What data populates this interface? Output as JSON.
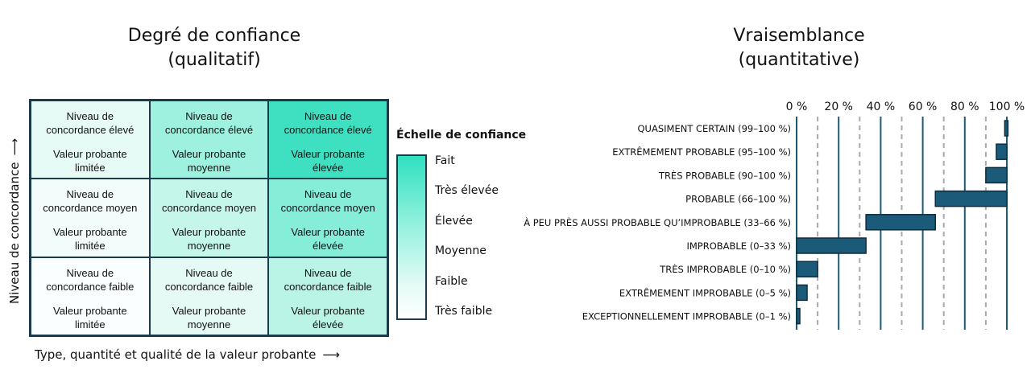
{
  "left": {
    "title_line1": "Degré de confiance",
    "title_line2": "(qualitatif)",
    "y_axis_label": "Niveau de concordance",
    "x_axis_label": "Type, quantité et qualité de la valeur probante",
    "cells": [
      {
        "level": [
          "Niveau de",
          "concordance élevé"
        ],
        "value": [
          "Valeur probante",
          "limitée"
        ],
        "color": "#e6faf6"
      },
      {
        "level": [
          "Niveau de",
          "concordance élevé"
        ],
        "value": [
          "Valeur probante",
          "moyenne"
        ],
        "color": "#9df1de"
      },
      {
        "level": [
          "Niveau de",
          "concordance élevé"
        ],
        "value": [
          "Valeur probante",
          "élevée"
        ],
        "color": "#3fe0c2"
      },
      {
        "level": [
          "Niveau de",
          "concordance moyen"
        ],
        "value": [
          "Valeur probante",
          "limitée"
        ],
        "color": "#f2fcfa"
      },
      {
        "level": [
          "Niveau de",
          "concordance moyen"
        ],
        "value": [
          "Valeur probante",
          "moyenne"
        ],
        "color": "#c4f6ea"
      },
      {
        "level": [
          "Niveau de",
          "concordance moyen"
        ],
        "value": [
          "Valeur probante",
          "élevée"
        ],
        "color": "#86eed8"
      },
      {
        "level": [
          "Niveau de",
          "concordance faible"
        ],
        "value": [
          "Valeur probante",
          "limitée"
        ],
        "color": "#fbfefe"
      },
      {
        "level": [
          "Niveau de",
          "concordance faible"
        ],
        "value": [
          "Valeur probante",
          "moyenne"
        ],
        "color": "#e6faf5"
      },
      {
        "level": [
          "Niveau de",
          "concordance faible"
        ],
        "value": [
          "Valeur probante",
          "élevée"
        ],
        "color": "#b9f4e6"
      }
    ],
    "scale": {
      "title": "Échelle de confiance",
      "labels": [
        "Fait",
        "Très élevée",
        "Élevée",
        "Moyenne",
        "Faible",
        "Très faible"
      ]
    }
  },
  "right": {
    "title_line1": "Vraisemblance",
    "title_line2": "(quantitative)",
    "ticks": [
      "0 %",
      "20 %",
      "40 %",
      "60 %",
      "80 %",
      "100 %"
    ],
    "colors": {
      "bar": "#1b5a78",
      "bar_border": "#0f2c3d",
      "solid_grid": "#1b5a78",
      "dashed_grid": "#aaaaaa"
    }
  },
  "chart_data": {
    "type": "bar",
    "orientation": "horizontal",
    "xlim": [
      0,
      100
    ],
    "categories": [
      "QUASIMENT CERTAIN (99–100 %)",
      "EXTRÊMEMENT PROBABLE (95–100 %)",
      "TRÈS PROBABLE (90–100 %)",
      "PROBABLE (66–100 %)",
      "À PEU PRÈS AUSSI PROBABLE QU’IMPROBABLE (33–66 %)",
      "IMPROBABLE (0–33 %)",
      "TRÈS IMPROBABLE (0–10 %)",
      "EXTRÊMEMENT IMPROBABLE (0–5 %)",
      "EXCEPTIONNELLEMENT IMPROBABLE (0–1 %)"
    ],
    "ranges": [
      [
        99,
        100
      ],
      [
        95,
        100
      ],
      [
        90,
        100
      ],
      [
        66,
        100
      ],
      [
        33,
        66
      ],
      [
        0,
        33
      ],
      [
        0,
        10
      ],
      [
        0,
        5
      ],
      [
        0,
        1
      ]
    ]
  }
}
